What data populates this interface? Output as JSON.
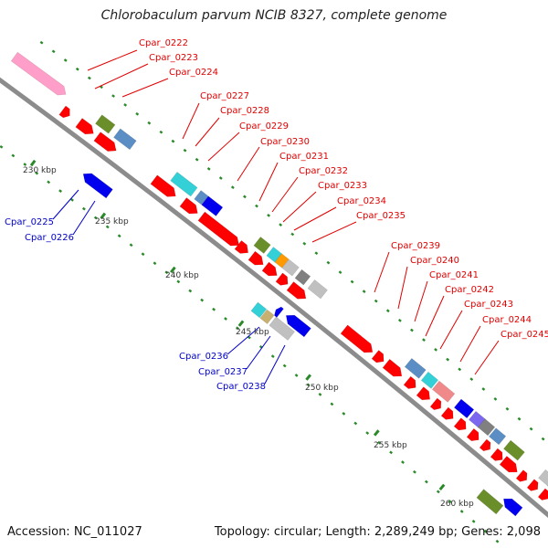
{
  "title": "Chlorobaculum parvum NCIB 8327, complete genome",
  "footer": {
    "accession": "Accession: NC_011027",
    "summary": "Topology: circular; Length: 2,289,249 bp; Genes: 2,098"
  },
  "scale_labels": [
    {
      "text": "230 kbp"
    },
    {
      "text": "235 kbp"
    },
    {
      "text": "240 kbp"
    },
    {
      "text": "245 kbp"
    },
    {
      "text": "250 kbp"
    },
    {
      "text": "255 kbp"
    },
    {
      "text": "260 kbp"
    }
  ],
  "forward_gene_labels": [
    "Cpar_0222",
    "Cpar_0223",
    "Cpar_0224",
    "Cpar_0227",
    "Cpar_0228",
    "Cpar_0229",
    "Cpar_0230",
    "Cpar_0231",
    "Cpar_0232",
    "Cpar_0233",
    "Cpar_0234",
    "Cpar_0235",
    "Cpar_0239",
    "Cpar_0240",
    "Cpar_0241",
    "Cpar_0242",
    "Cpar_0243",
    "Cpar_0244",
    "Cpar_0245"
  ],
  "reverse_gene_labels": [
    "Cpar_0225",
    "Cpar_0226",
    "Cpar_0236",
    "Cpar_0237",
    "Cpar_0238"
  ],
  "colors": {
    "backbone": "#8c8c8c",
    "cds": "#ff0000",
    "reverse_gene": "#0000ee",
    "tick": "#2a8a2a",
    "label_red": "#e00000",
    "label_blue": "#0000c8",
    "cog_pink": "#ff9ec8",
    "cog_olive": "#6a8f2a",
    "cog_steel": "#5b8ec4",
    "cog_cyan": "#33d0d8",
    "cog_gray": "#c0c0c0",
    "cog_darkgray": "#808080",
    "cog_salmon": "#f08a8a",
    "cog_purple": "#7b68ee",
    "cog_orange": "#ff9900",
    "cog_tan": "#c8b070"
  }
}
